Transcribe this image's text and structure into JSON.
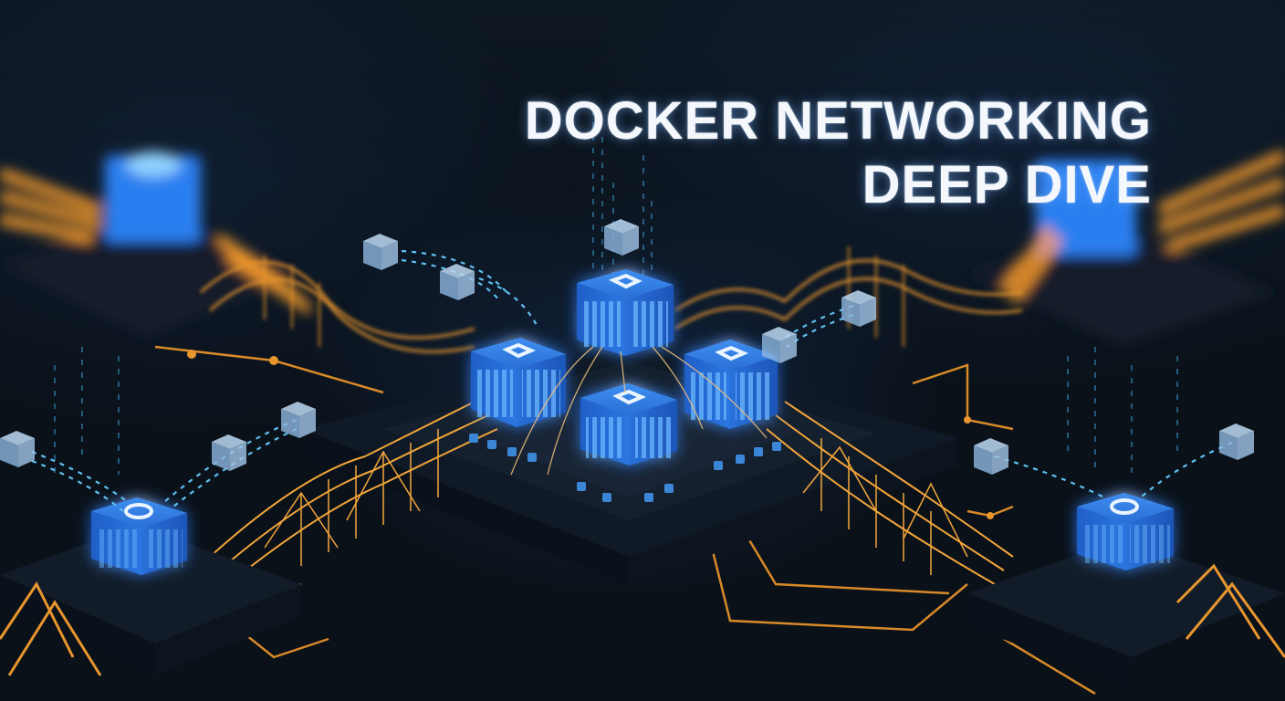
{
  "title": {
    "line1": "DOCKER NETWORKING",
    "line2": "DEEP DIVE"
  },
  "scene": {
    "description": "Isometric illustration of Docker containers (blue cubes) on dark circuit-board platforms, connected by orange suspension-bridge wireframes and blue dashed data streams",
    "elements": [
      "central-container-cluster",
      "orange-bridge-network",
      "floating-translucent-data-cubes",
      "corner-container-nodes"
    ]
  },
  "colors": {
    "background": "#0b121c",
    "container_blue": "#2f7de6",
    "container_glow": "#5aa8ff",
    "bridge_orange": "#f0a23a",
    "data_stream": "#4fb3e8",
    "title_text": "#f4f8fc"
  }
}
